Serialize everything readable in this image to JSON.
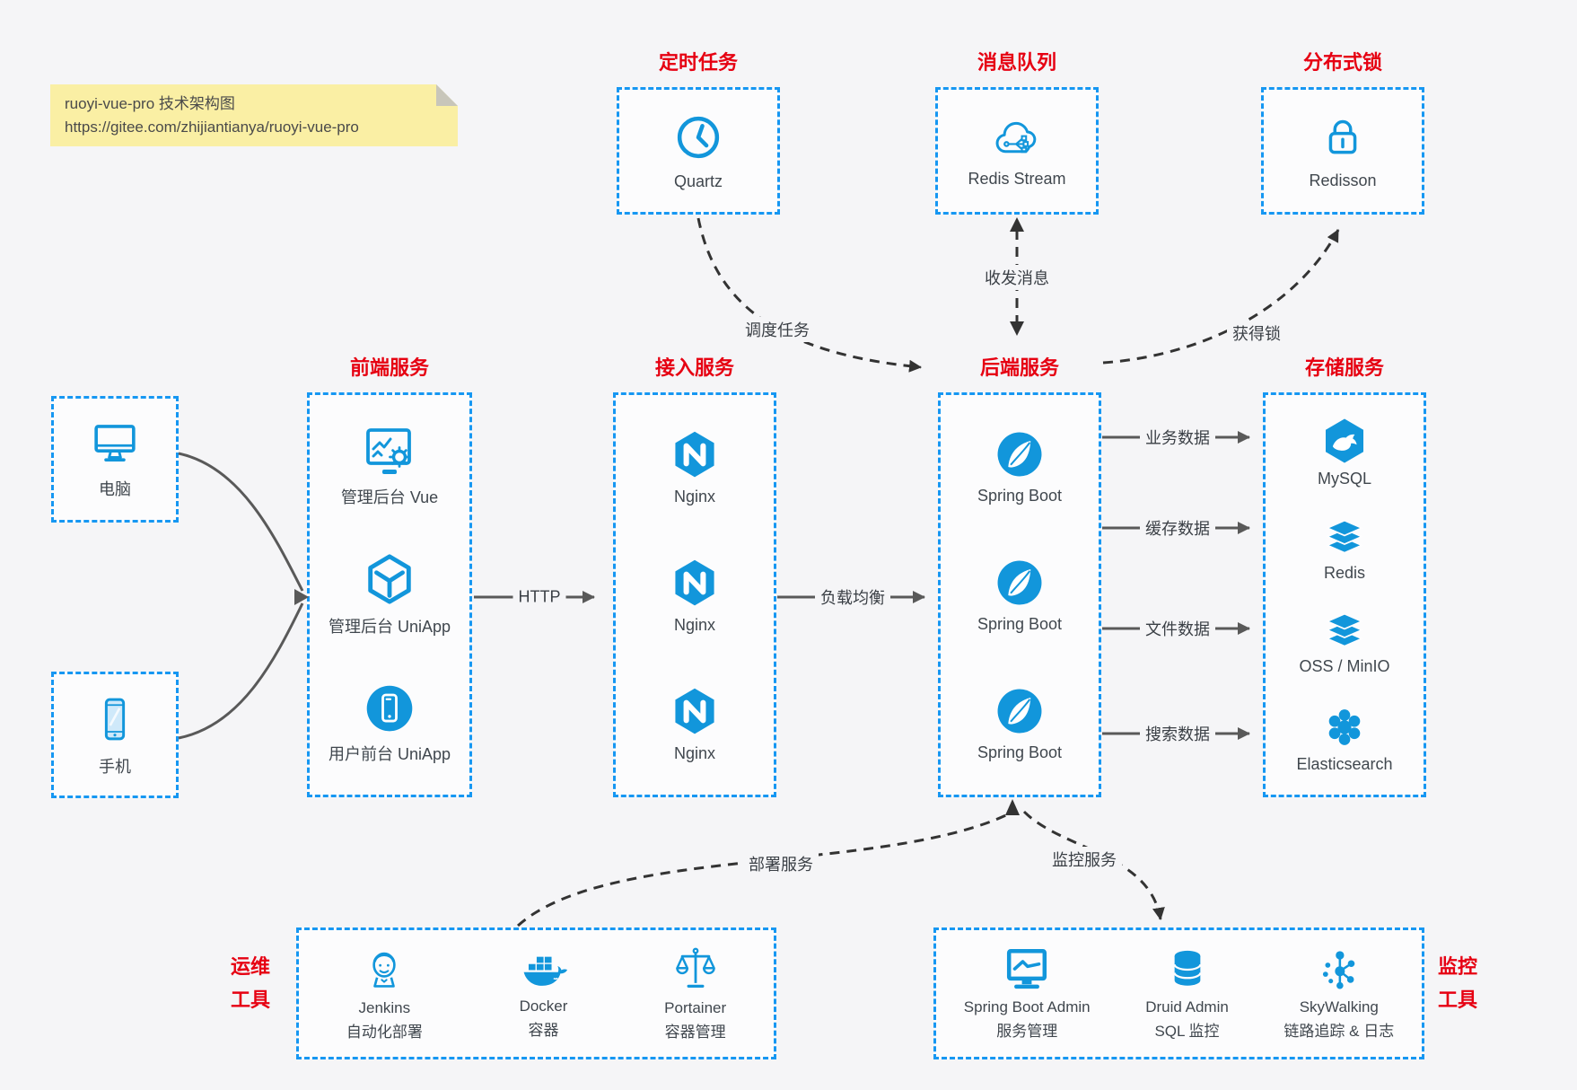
{
  "note": {
    "line1": "ruoyi-vue-pro 技术架构图",
    "line2": "https://gitee.com/zhijiantianya/ruoyi-vue-pro"
  },
  "top_groups": {
    "scheduler": {
      "title": "定时任务",
      "label": "Quartz",
      "icon": "clock-icon"
    },
    "mq": {
      "title": "消息队列",
      "label": "Redis Stream",
      "icon": "cloud-stream-icon"
    },
    "lock": {
      "title": "分布式锁",
      "label": "Redisson",
      "icon": "lock-icon"
    }
  },
  "clients": {
    "pc": {
      "label": "电脑",
      "icon": "desktop-icon"
    },
    "mobile": {
      "label": "手机",
      "icon": "phone-icon"
    }
  },
  "frontend": {
    "title": "前端服务",
    "items": [
      {
        "label": "管理后台 Vue",
        "icon": "admin-dashboard-icon"
      },
      {
        "label": "管理后台 UniApp",
        "icon": "cube-icon"
      },
      {
        "label": "用户前台 UniApp",
        "icon": "mobile-app-icon"
      }
    ]
  },
  "access": {
    "title": "接入服务",
    "items": [
      {
        "label": "Nginx",
        "icon": "nginx-icon"
      },
      {
        "label": "Nginx",
        "icon": "nginx-icon"
      },
      {
        "label": "Nginx",
        "icon": "nginx-icon"
      }
    ]
  },
  "backend": {
    "title": "后端服务",
    "items": [
      {
        "label": "Spring Boot",
        "icon": "spring-icon"
      },
      {
        "label": "Spring Boot",
        "icon": "spring-icon"
      },
      {
        "label": "Spring Boot",
        "icon": "spring-icon"
      }
    ]
  },
  "storage": {
    "title": "存储服务",
    "items": [
      {
        "label": "MySQL",
        "icon": "mysql-icon"
      },
      {
        "label": "Redis",
        "icon": "redis-stack-icon"
      },
      {
        "label": "OSS / MinIO",
        "icon": "storage-stack-icon"
      },
      {
        "label": "Elasticsearch",
        "icon": "elasticsearch-icon"
      }
    ]
  },
  "ops": {
    "title_line1": "运维",
    "title_line2": "工具",
    "items": [
      {
        "label": "Jenkins",
        "sublabel": "自动化部署",
        "icon": "jenkins-icon"
      },
      {
        "label": "Docker",
        "sublabel": "容器",
        "icon": "docker-icon"
      },
      {
        "label": "Portainer",
        "sublabel": "容器管理",
        "icon": "portainer-icon"
      }
    ]
  },
  "monitorbox": {
    "title_line1": "监控",
    "title_line2": "工具",
    "items": [
      {
        "label": "Spring Boot Admin",
        "sublabel": "服务管理",
        "icon": "monitor-chart-icon"
      },
      {
        "label": "Druid Admin",
        "sublabel": "SQL 监控",
        "icon": "database-icon"
      },
      {
        "label": "SkyWalking",
        "sublabel": "链路追踪 & 日志",
        "icon": "topology-icon"
      }
    ]
  },
  "edges": {
    "http": "HTTP",
    "load_balance": "负载均衡",
    "schedule": "调度任务",
    "message": "收发消息",
    "acquire_lock": "获得锁",
    "business_data": "业务数据",
    "cache_data": "缓存数据",
    "file_data": "文件数据",
    "search_data": "搜索数据",
    "deploy": "部署服务",
    "monitor": "监控服务"
  },
  "colors": {
    "accent": "#1296db",
    "box_border": "#1697f2",
    "label_red": "#e60012",
    "arrow": "#595959",
    "dashed_arrow": "#333333",
    "note_bg": "#faefa4"
  }
}
